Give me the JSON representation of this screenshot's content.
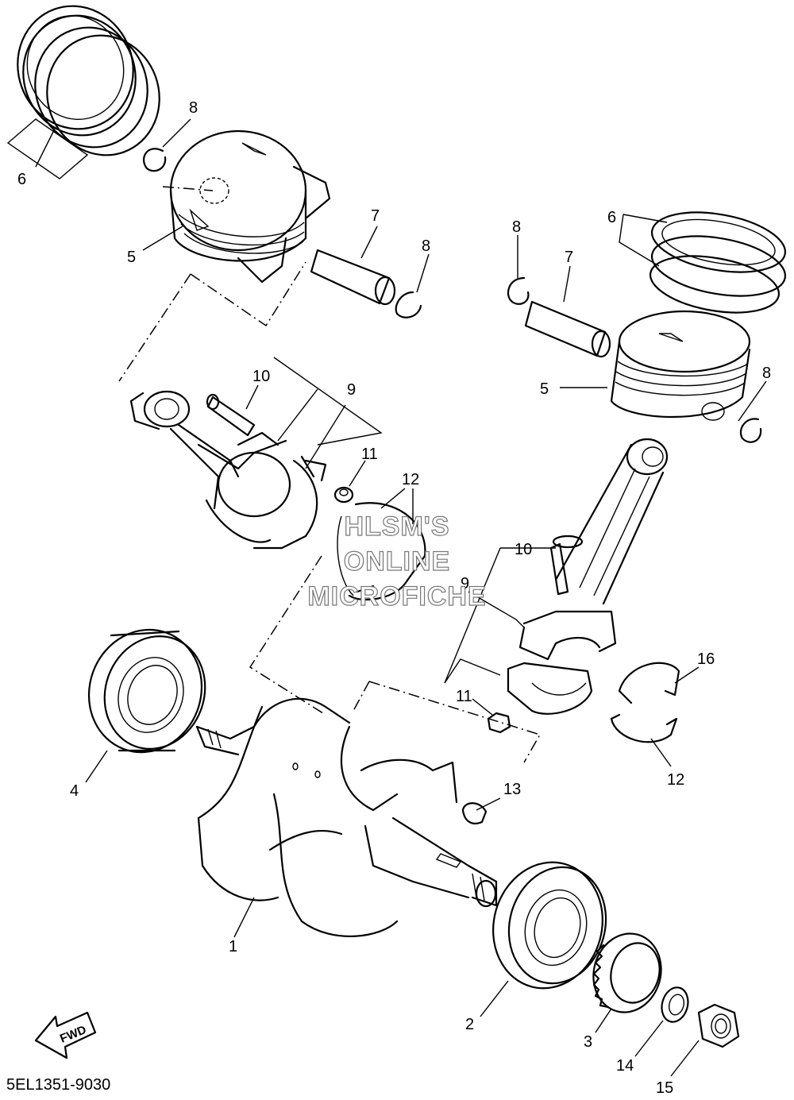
{
  "diagram_code": "5EL1351-9030",
  "watermark": [
    "HLSM'S",
    "ONLINE",
    "MICROFICHE"
  ],
  "direction_label": "FWD",
  "callouts": {
    "c1": "1",
    "c2": "2",
    "c3": "3",
    "c4": "4",
    "c5a": "5",
    "c5b": "5",
    "c6a": "6",
    "c6b": "6",
    "c7a": "7",
    "c7b": "7",
    "c8a": "8",
    "c8b": "8",
    "c8c": "8",
    "c8d": "8",
    "c9a": "9",
    "c9b": "9",
    "c10a": "10",
    "c10b": "10",
    "c11a": "11",
    "c11b": "11",
    "c12a": "12",
    "c12b": "12",
    "c13": "13",
    "c14": "14",
    "c15": "15",
    "c16": "16"
  }
}
